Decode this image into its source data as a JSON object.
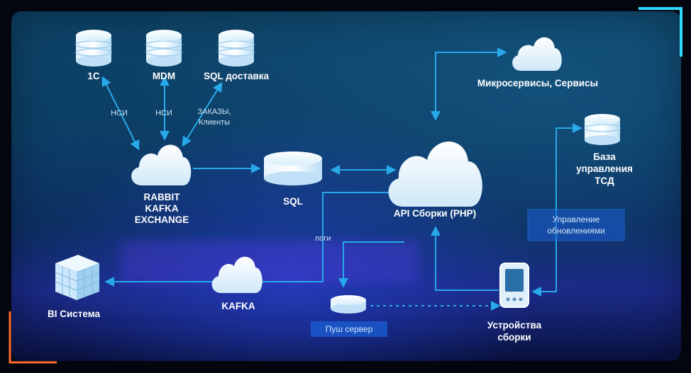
{
  "nodes": {
    "db_1c": "1С",
    "db_mdm": "MDM",
    "db_sql_delivery": "SQL доставка",
    "exchange": [
      "RABBIT",
      "KAFKA",
      "EXCHANGE"
    ],
    "sql": "SQL",
    "api": "API Сборки (PHP)",
    "microservices": "Микросервисы, Сервисы",
    "tsd_db": [
      "База",
      "управления",
      "ТСД"
    ],
    "bi": "BI Система",
    "kafka": "KAFKA",
    "push": "Пуш сервер",
    "devices": [
      "Устройства",
      "сборки"
    ]
  },
  "edge_labels": {
    "nsi_1": "НСИ",
    "nsi_2": "НСИ",
    "orders": [
      "ЗАКАЗЫ,",
      "Клиенты"
    ],
    "logs": "логи",
    "update_mgmt": [
      "Управление",
      "обновлениями"
    ]
  },
  "colors": {
    "arrow": "#27a9ea",
    "frame_corner": "#2fd8ff",
    "frame_corner_bottom": "#ff6a2a",
    "label_box": "#1a5fd6"
  }
}
